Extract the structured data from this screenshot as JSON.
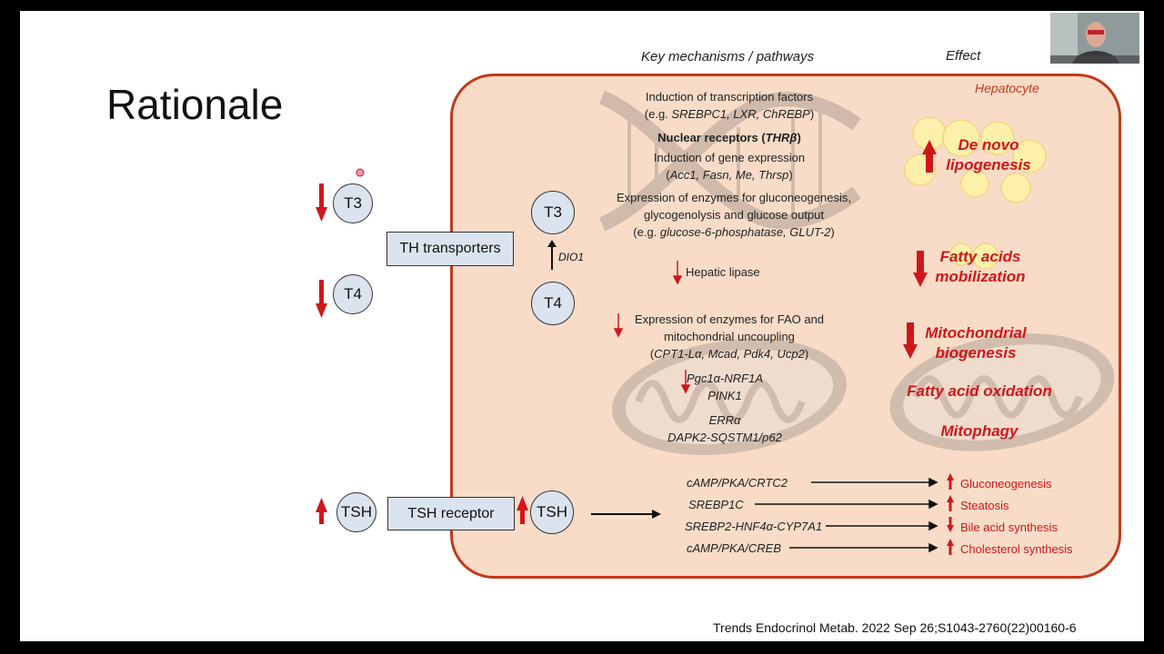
{
  "slide": {
    "title": "Rationale",
    "headers": {
      "mechanisms": "Key mechanisms / pathways",
      "effect": "Effect"
    },
    "cell_label": "Hepatocyte",
    "left_nodes": {
      "t3": "T3",
      "t4": "T4",
      "tsh": "TSH"
    },
    "boxes": {
      "th_transporters": "TH transporters",
      "tsh_receptor": "TSH receptor"
    },
    "inner_nodes": {
      "t3": "T3",
      "t4": "T4",
      "tsh": "TSH",
      "dio1": "DIO1"
    },
    "mechanisms": {
      "tf_line1": "Induction of transcription factors",
      "tf_line2_prefix": "(e.g. ",
      "tf_line2_genes": "SREBPC1, LXR, ChREBP",
      "tf_line2_suffix": ")",
      "nuclear_prefix": "Nuclear receptors (",
      "nuclear_gene": "THRβ",
      "nuclear_suffix": ")",
      "gene_expr_line1": "Induction of gene expression",
      "gene_expr_line2_prefix": "(",
      "gene_expr_line2_genes": "Acc1, Fasn, Me, Thrsp",
      "gene_expr_line2_suffix": ")",
      "enz_line1": "Expression of enzymes for gluconeogenesis,",
      "enz_line2": "glycogenolysis and glucose output",
      "enz_line3_prefix": "(e.g. ",
      "enz_line3_genes": "glucose-6-phosphatase, GLUT-2",
      "enz_line3_suffix": ")",
      "hepatic_lipase": "Hepatic lipase",
      "fao_line1": "Expression of enzymes for FAO and",
      "fao_line2": "mitochondrial uncoupling",
      "fao_line3_prefix": "(",
      "fao_line3_genes": "CPT1-Lα, Mcad, Pdk4, Ucp2",
      "fao_line3_suffix": ")",
      "pgc": "Pgc1α-NRF1A",
      "pink": "PINK1",
      "erra": "ERRα",
      "dapk": "DAPK2-SQSTM1/p62"
    },
    "effects": {
      "de_novo_1": "De novo",
      "de_novo_2": "lipogenesis",
      "fa_mob_1": "Fatty acids",
      "fa_mob_2": "mobilization",
      "mito_1": "Mitochondrial",
      "mito_2": "biogenesis",
      "fao": "Fatty acid oxidation",
      "mitophagy": "Mitophagy"
    },
    "tsh_pathways": [
      {
        "path": "cAMP/PKA/CRTC2",
        "outcome": "Gluconeogenesis"
      },
      {
        "path": "SREBP1C",
        "outcome": "Steatosis"
      },
      {
        "path": "SREBP2-HNF4α-CYP7A1",
        "outcome": "Bile acid synthesis"
      },
      {
        "path": "cAMP/PKA/CREB",
        "outcome": "Cholesterol synthesis"
      }
    ],
    "citation": "Trends Endocrinol Metab. 2022 Sep 26;S1043-2760(22)00160-6"
  },
  "colors": {
    "cell_border": "#c0391b",
    "cell_fill": "#f9dcc7",
    "accent_red": "#d0161b",
    "node_fill": "#dbe3ef"
  },
  "icons": [
    "dna-icon",
    "mitochondrion-icon",
    "lipid-droplets-icon",
    "arrow-up-icon",
    "arrow-down-icon"
  ]
}
